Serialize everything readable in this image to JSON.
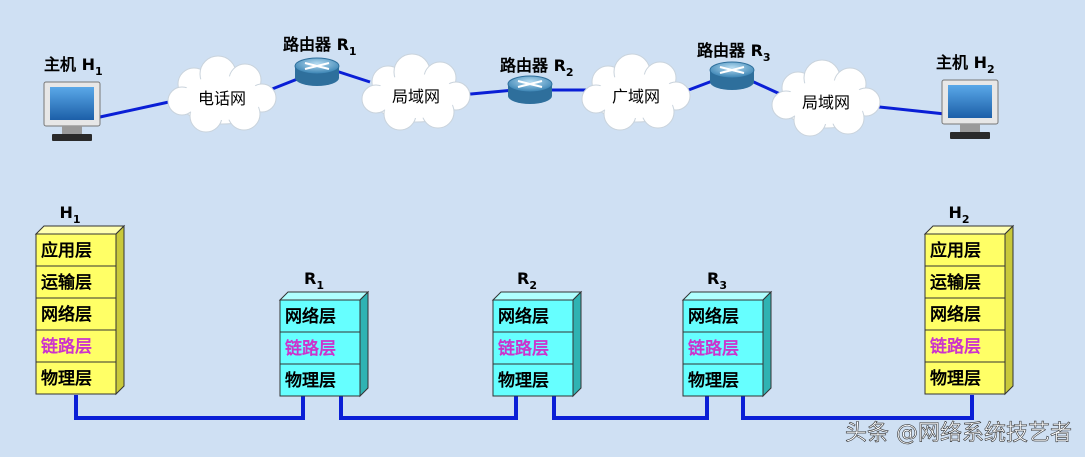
{
  "top": {
    "host1": {
      "label": "主机 H",
      "sub": "1"
    },
    "host2": {
      "label": "主机 H",
      "sub": "2"
    },
    "routers": [
      {
        "label": "路由器 R",
        "sub": "1"
      },
      {
        "label": "路由器 R",
        "sub": "2"
      },
      {
        "label": "路由器 R",
        "sub": "3"
      }
    ],
    "clouds": [
      "电话网",
      "局域网",
      "广域网",
      "局域网"
    ]
  },
  "stacks": [
    {
      "label": "H",
      "sub": "1",
      "layers": [
        "应用层",
        "运输层",
        "网络层",
        "链路层",
        "物理层"
      ]
    },
    {
      "label": "R",
      "sub": "1",
      "layers": [
        "网络层",
        "链路层",
        "物理层"
      ]
    },
    {
      "label": "R",
      "sub": "2",
      "layers": [
        "网络层",
        "链路层",
        "物理层"
      ]
    },
    {
      "label": "R",
      "sub": "3",
      "layers": [
        "网络层",
        "链路层",
        "物理层"
      ]
    },
    {
      "label": "H",
      "sub": "2",
      "layers": [
        "应用层",
        "运输层",
        "网络层",
        "链路层",
        "物理层"
      ]
    }
  ],
  "watermark": "头条 @网络系统技艺者",
  "colors": {
    "background": "#cfe0f3",
    "host_layer": "#ffff66",
    "router_layer": "#66ffff",
    "link_layer_text": "#cc33cc",
    "link_line": "#0a1fd6"
  }
}
